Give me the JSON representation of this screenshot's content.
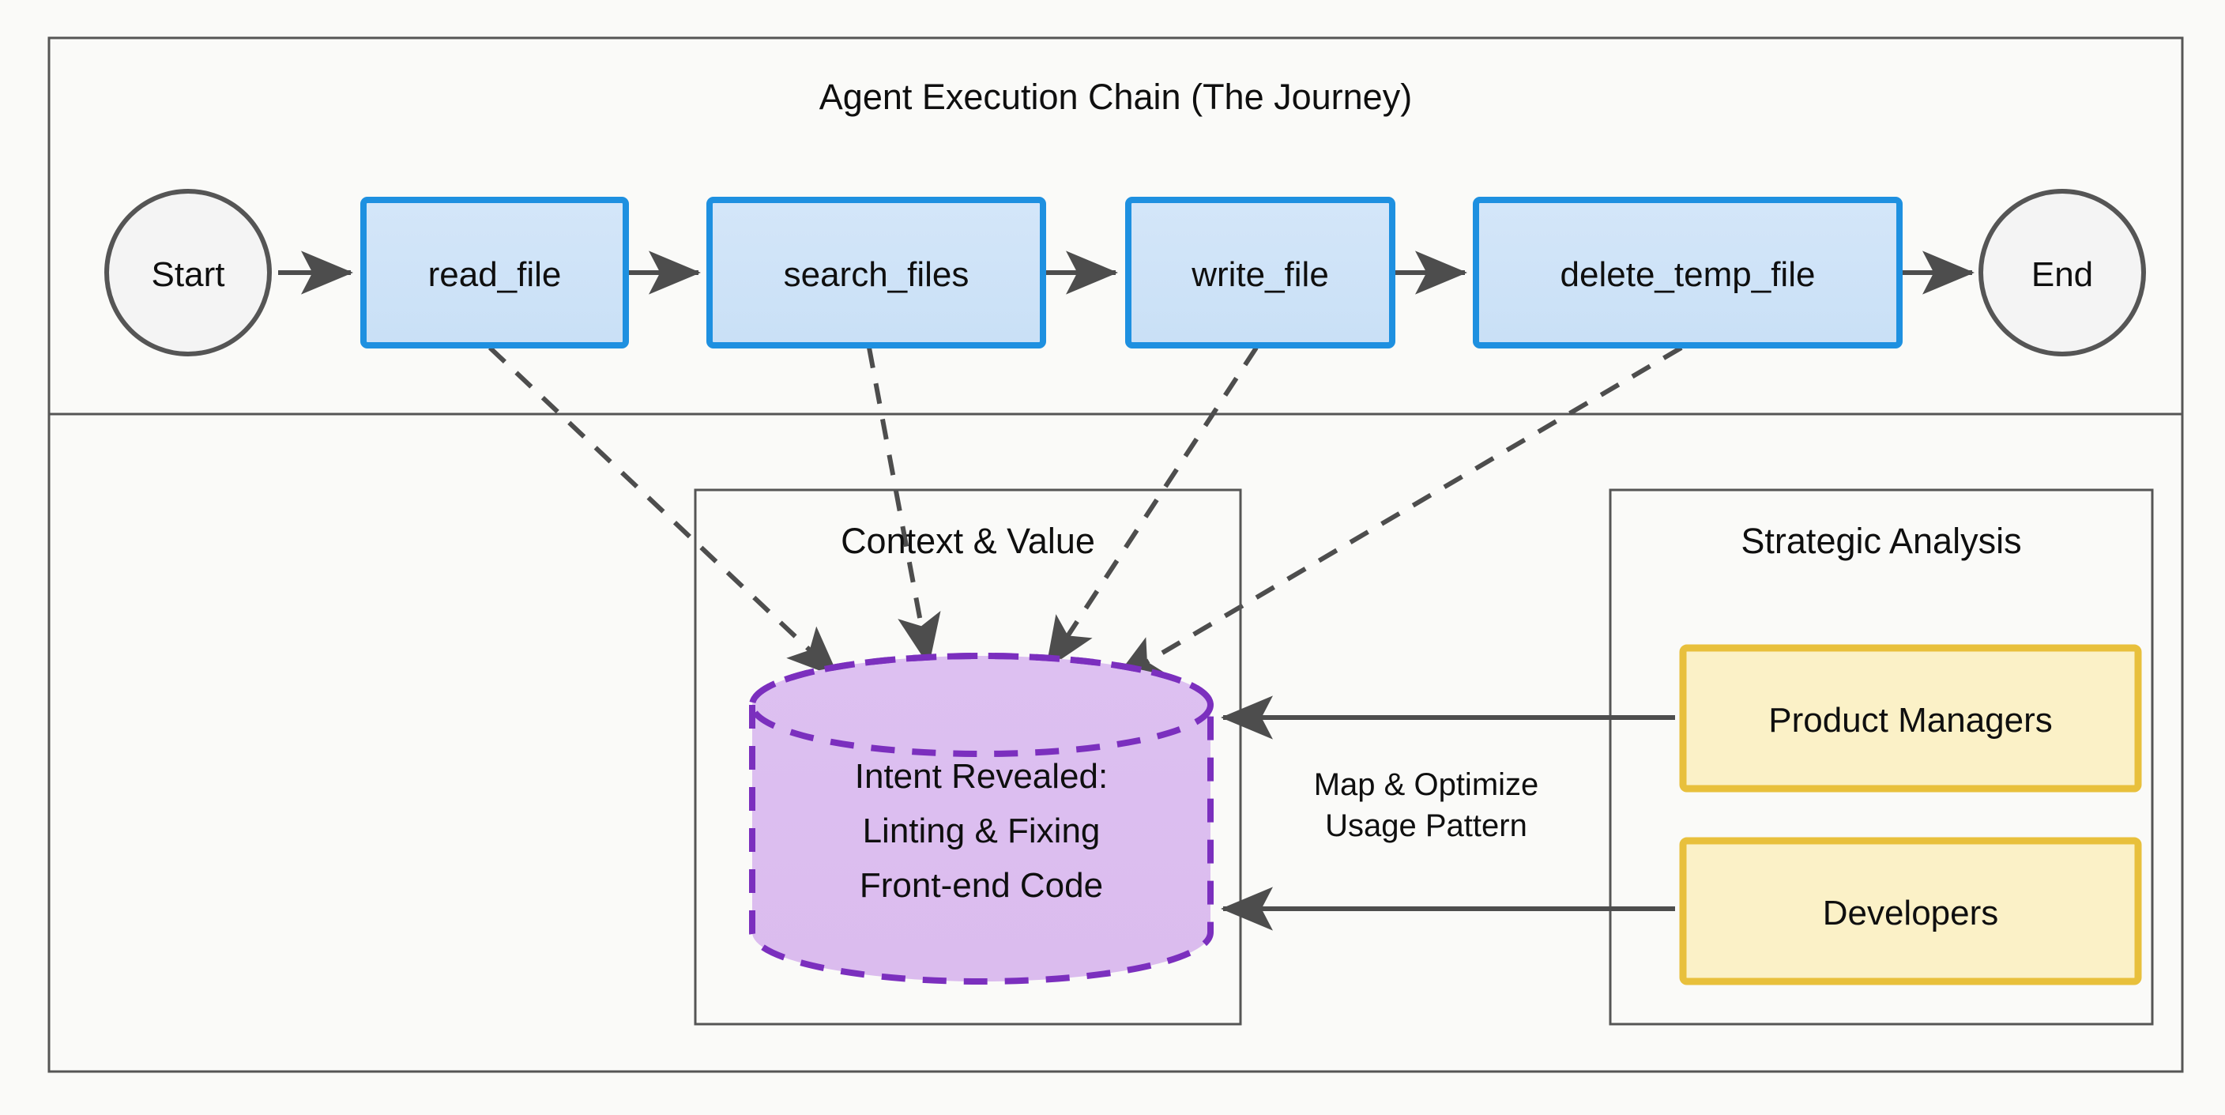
{
  "diagram": {
    "type": "flowchart",
    "direction": "left-to-right",
    "background": "#fafaf8",
    "outer_frame": {
      "stroke": "#555555"
    }
  },
  "subgraphs": [
    {
      "id": "journey",
      "title": "Agent Execution Chain (The Journey)",
      "stroke": "#555555",
      "fill": "none"
    },
    {
      "id": "context",
      "title": "Context & Value",
      "stroke": "#555555",
      "fill": "none"
    },
    {
      "id": "strategy",
      "title": "Strategic Analysis",
      "stroke": "#555555",
      "fill": "none"
    }
  ],
  "nodes": {
    "start": {
      "label": "Start",
      "shape": "circle",
      "fill": "#f4f4f4",
      "stroke": "#555555"
    },
    "end": {
      "label": "End",
      "shape": "circle",
      "fill": "#f4f4f4",
      "stroke": "#555555"
    },
    "steps": [
      {
        "id": "read_file",
        "label": "read_file",
        "shape": "rect",
        "fill": "#cfe3f7",
        "stroke": "#1e90e0"
      },
      {
        "id": "search_files",
        "label": "search_files",
        "shape": "rect",
        "fill": "#cfe3f7",
        "stroke": "#1e90e0"
      },
      {
        "id": "write_file",
        "label": "write_file",
        "shape": "rect",
        "fill": "#cfe3f7",
        "stroke": "#1e90e0"
      },
      {
        "id": "delete_temp_file",
        "label": "delete_temp_file",
        "shape": "rect",
        "fill": "#cfe3f7",
        "stroke": "#1e90e0"
      }
    ],
    "cylinder": {
      "id": "intent",
      "label_lines": [
        "Intent Revealed:",
        "Linting & Fixing",
        "Front-end Code"
      ],
      "shape": "cylinder",
      "fill": "#dcbcf0",
      "stroke": "#7b2fbe",
      "stroke_style": "dashed"
    },
    "stakeholders": [
      {
        "id": "product_managers",
        "label": "Product Managers",
        "shape": "rect",
        "fill": "#fbf1c7",
        "stroke": "#e8c03c"
      },
      {
        "id": "developers",
        "label": "Developers",
        "shape": "rect",
        "fill": "#fbf1c7",
        "stroke": "#e8c03c"
      }
    ]
  },
  "edges": {
    "chain": [
      {
        "from": "start",
        "to": "read_file",
        "style": "solid",
        "arrow": "end"
      },
      {
        "from": "read_file",
        "to": "search_files",
        "style": "solid",
        "arrow": "end"
      },
      {
        "from": "search_files",
        "to": "write_file",
        "style": "solid",
        "arrow": "end"
      },
      {
        "from": "write_file",
        "to": "delete_temp_file",
        "style": "solid",
        "arrow": "end"
      },
      {
        "from": "delete_temp_file",
        "to": "end",
        "style": "solid",
        "arrow": "end"
      }
    ],
    "to_intent": [
      {
        "from": "read_file",
        "to": "intent",
        "style": "dashed",
        "arrow": "end"
      },
      {
        "from": "search_files",
        "to": "intent",
        "style": "dashed",
        "arrow": "end"
      },
      {
        "from": "write_file",
        "to": "intent",
        "style": "dashed",
        "arrow": "end"
      },
      {
        "from": "delete_temp_file",
        "to": "intent",
        "style": "dashed",
        "arrow": "end"
      }
    ],
    "from_stakeholders": [
      {
        "from": "product_managers",
        "to": "intent",
        "style": "solid",
        "arrow": "end",
        "label_lines": [
          "Map & Optimize",
          "Usage Pattern"
        ]
      },
      {
        "from": "developers",
        "to": "intent",
        "style": "solid",
        "arrow": "end",
        "label_lines": []
      }
    ],
    "edge_label": {
      "line1": "Map & Optimize",
      "line2": "Usage Pattern"
    },
    "stroke": "#4d4d4d"
  }
}
